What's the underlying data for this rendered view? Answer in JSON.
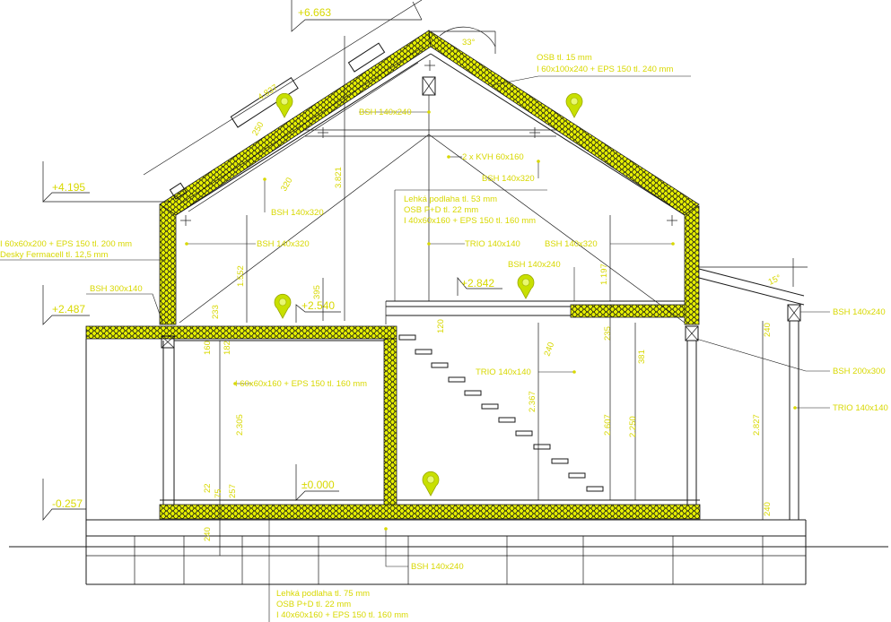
{
  "levels": {
    "ridge": "+6.663",
    "eaves": "+4.195",
    "left_floor": "+2.487",
    "upper_floor": "+2.540",
    "gallery": "+2.842",
    "ground": "±0.000",
    "bottom": "-0.257"
  },
  "dims": {
    "roof_slope": "4.837",
    "roof_height": "3.821",
    "roof_angle": "33°",
    "canopy_angle": "15°",
    "d1552": "1.552",
    "d395": "395",
    "d233": "233",
    "d1197": "1.197",
    "d120": "120",
    "d235": "235",
    "d240a": "240",
    "d381": "381",
    "d160": "160",
    "d182": "182",
    "d2305": "2.305",
    "d2367": "2.367",
    "d2607": "2.607",
    "d2250": "2.250",
    "d2827": "2.827",
    "d240b": "240",
    "d240c": "240",
    "d22": "22",
    "d75": "75",
    "d257": "257",
    "d240d": "240",
    "d250a": "250",
    "d320": "320"
  },
  "labels": {
    "osb15": "OSB tl. 15 mm",
    "roof_layer": "I 60x100x240 + EPS 150 tl. 240 mm",
    "bsh140x240_a": "BSH 140x240",
    "kvh": "2 x KVH 60x160",
    "bsh140x320_a": "BSH 140x320",
    "bsh140x320_b": "BSH 140x320",
    "wall_layer": "I 60x60x200 + EPS 150 tl. 200 mm",
    "fermacell": "Desky Fermacell tl. 12,5 mm",
    "bsh140x320_c": "BSH 140x320",
    "light_floor_1": "Lehká podlaha tl. 53 mm",
    "osb22_1": "OSB P+D tl. 22 mm",
    "floor_layer_1": "I 40x60x160 + EPS 150 tl. 160 mm",
    "trio_a": "TRIO 140x140",
    "bsh140x320_d": "BSH 140x320",
    "bsh140x240_b": "BSH 140x240",
    "bsh300x140": "BSH 300x140",
    "bsh140x240_c": "BSH 140x240",
    "int_wall": "I 60x60x160 + EPS 150 tl. 160 mm",
    "trio_b": "TRIO 140x140",
    "bsh200x300": "BSH 200x300",
    "trio_c": "TRIO 140x140",
    "bsh140x240_d": "BSH 140x240",
    "light_floor_2": "Lehká podlaha tl. 75 mm",
    "osb22_2": "OSB P+D tl. 22 mm",
    "floor_layer_2": "I 40x60x160 + EPS 150 tl. 160 mm"
  },
  "colors": {
    "annotation": "#d8d800",
    "insulation": "#e6f000",
    "line": "#1a1a1a",
    "marker": "#c8e000"
  }
}
